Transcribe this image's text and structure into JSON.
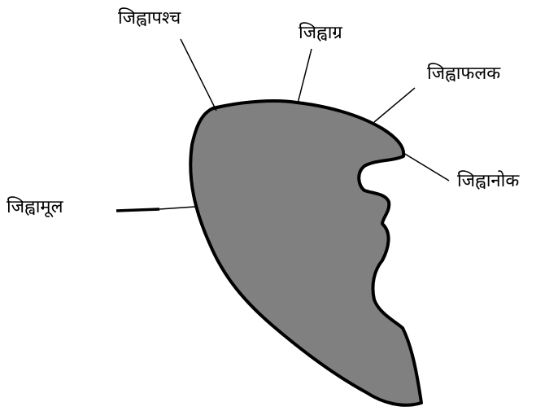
{
  "diagram": {
    "labels": {
      "tongue_back": "जिह्वापश्च",
      "tongue_front": "जिह्वाग्र",
      "tongue_blade": "जिह्वाफलक",
      "tongue_tip": "जिह्वानोक",
      "tongue_root": "जिह्वामूल"
    },
    "colors": {
      "tongue_fill": "#808080",
      "outline": "#000000",
      "background": "#ffffff"
    }
  }
}
